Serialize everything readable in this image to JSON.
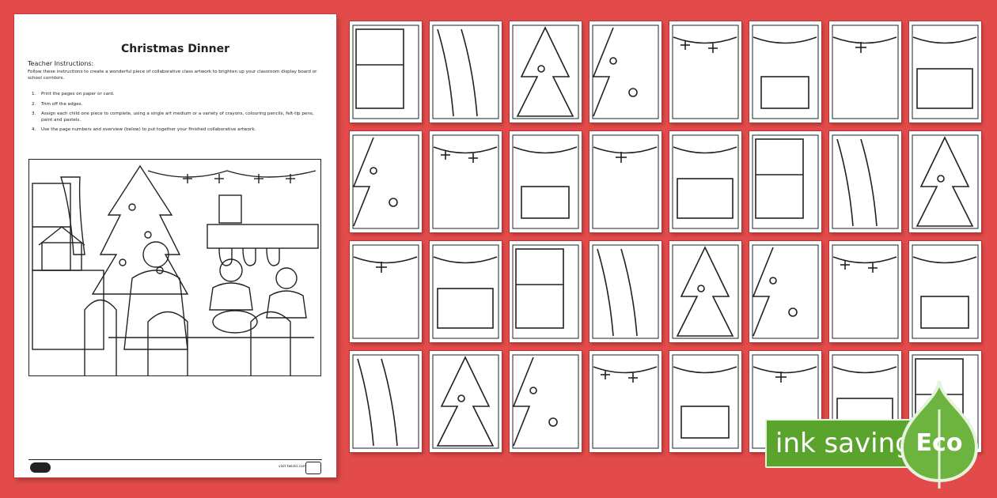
{
  "sheet": {
    "title": "Christmas Dinner",
    "subtitle": "Teacher Instructions:",
    "intro": "Follow these instructions to create a wonderful piece of collaborative class artwork to brighten up your classroom display board or school corridors.",
    "steps": [
      {
        "num": "1.",
        "text": "Print the pages on paper or card."
      },
      {
        "num": "2.",
        "text": "Trim off the edges."
      },
      {
        "num": "3.",
        "text": "Assign each child one piece to complete, using a single art medium or a variety of crayons, colouring pencils, felt-tip pens, paint and pastels."
      },
      {
        "num": "4.",
        "text": "Use the page numbers and overview (below) to put together your finished collaborative artwork."
      }
    ],
    "footer_logo": "twinkl",
    "footer_url": "visit twinkl.com"
  },
  "tiles": {
    "rows": 4,
    "cols": 8,
    "count": 32
  },
  "badge": {
    "label": "ink saving",
    "eco": "Eco",
    "icon": "leaf-icon"
  },
  "colors": {
    "background": "#e24b4a",
    "badge_green": "#5aa42e",
    "leaf_green": "#6db33f"
  }
}
